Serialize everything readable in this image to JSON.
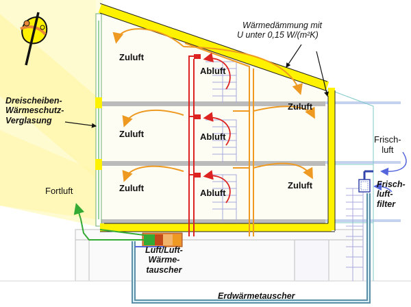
{
  "colors": {
    "sunlight": "#fffbd0",
    "insulation": "#fff200",
    "supply_air": "#ee9a22",
    "extract_air": "#dd2222",
    "exhaust_air": "#33aa33",
    "fresh_air": "#5566dd",
    "ground_duct": "#5b8fa8",
    "stairs": "#a8a8dd",
    "floor_slab": "#bbbbbb"
  },
  "icons": {
    "logo": "phi-logo-icon"
  },
  "labels": {
    "zuluft": "Zuluft",
    "abluft": "Abluft",
    "fortluft": "Fortluft",
    "insulation": [
      "Wärmedämmung mit",
      "U unter 0,15 W/(m²K)"
    ],
    "glazing": [
      "Dreischeiben-",
      "Wärmeschutz-",
      "Verglasung"
    ],
    "fresh_air": [
      "Frisch-",
      "luft"
    ],
    "filter": [
      "Frisch-",
      "luft-",
      "filter"
    ],
    "heat_exchanger": [
      "Luft/Luft-",
      "Wärme-",
      "tauscher"
    ],
    "ground_exchanger": "Erdwärmetauscher"
  }
}
